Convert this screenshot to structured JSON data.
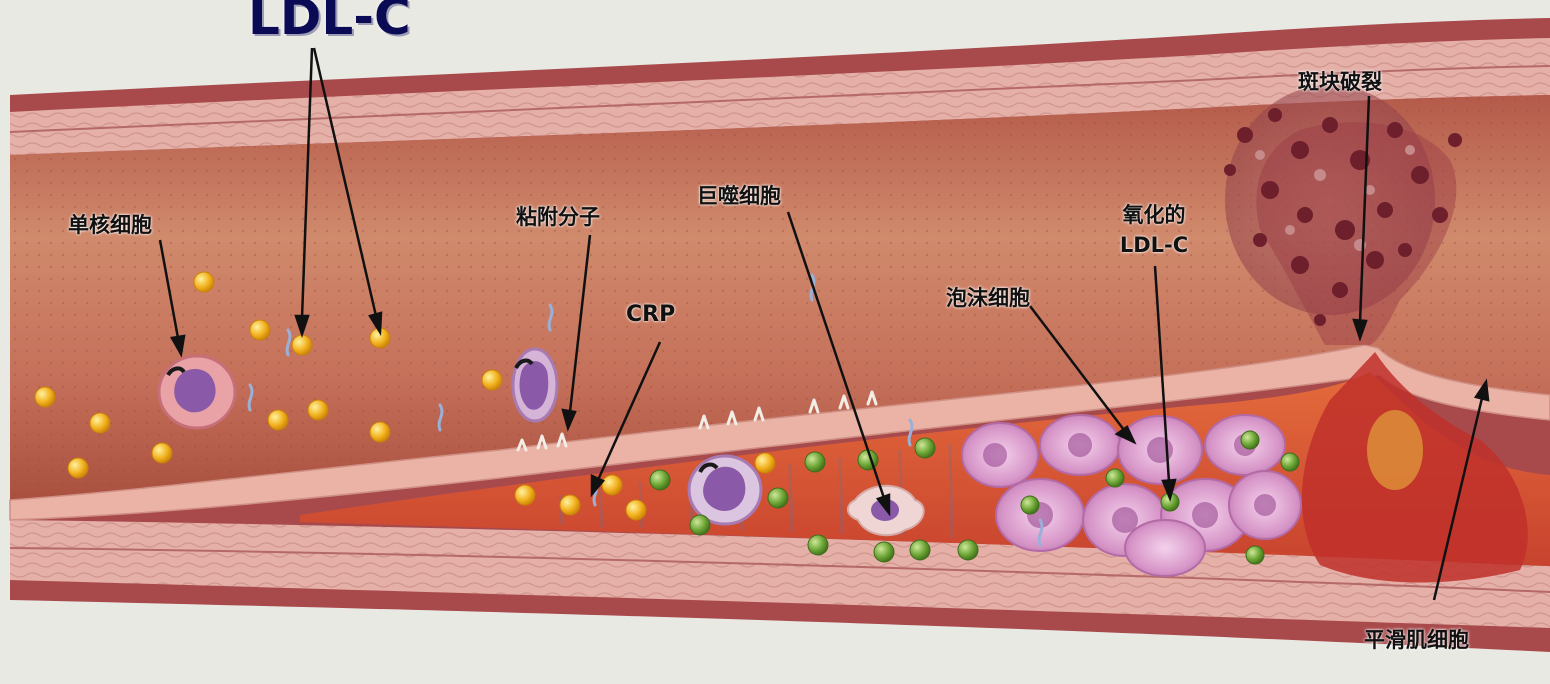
{
  "labels": {
    "ldl_c": "LDL-C",
    "monocyte": "单核细胞",
    "adhesion_molecule": "粘附分子",
    "macrophage": "巨噬细胞",
    "crp": "CRP",
    "foam_cell": "泡沫细胞",
    "oxidized_line1": "氧化的",
    "oxidized_line2": "LDL-C",
    "plaque_rupture": "斑块破裂",
    "smooth_muscle": "平滑肌细胞"
  },
  "colors": {
    "wall_outer": "#a84a4c",
    "wall_layer": "#e4b0a8",
    "lumen": "#c7705a",
    "plaque": "#d9603e",
    "ldl_particle": "#f2b11e",
    "oxidized_particle": "#5f9a2e",
    "cell_purple": "#8a5aa8"
  }
}
